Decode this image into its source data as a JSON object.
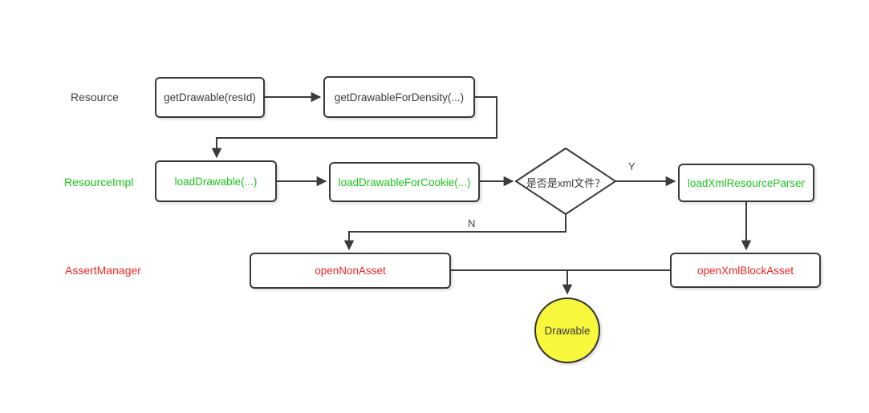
{
  "lanes": [
    {
      "label": "Resource"
    },
    {
      "label": "ResourceImpl"
    },
    {
      "label": "AssertManager"
    }
  ],
  "nodes": {
    "get_drawable": "getDrawable(resId)",
    "get_drawable_for_density": "getDrawableForDensity(...)",
    "load_drawable": "loadDrawable(...)",
    "load_drawable_for_cookie": "loadDrawableForCookie(...)",
    "decision_is_xml": "是否是xml文件？",
    "load_xml_resource_parser": "loadXmlResourceParser",
    "open_non_asset": "openNonAsset",
    "open_xml_block_asset": "openXmlBlockAsset",
    "drawable_result": "Drawable"
  },
  "edge_labels": {
    "yes": "Y",
    "no": "N"
  },
  "colors": {
    "line": "#3b3b3b",
    "node_border": "#3a3a3a",
    "lane_resource": "#3f3f3f",
    "lane_resource_impl": "#1cc51c",
    "lane_assert_manager": "#f02626",
    "drawable_fill": "#f7f73c",
    "background": "#ffffff"
  }
}
